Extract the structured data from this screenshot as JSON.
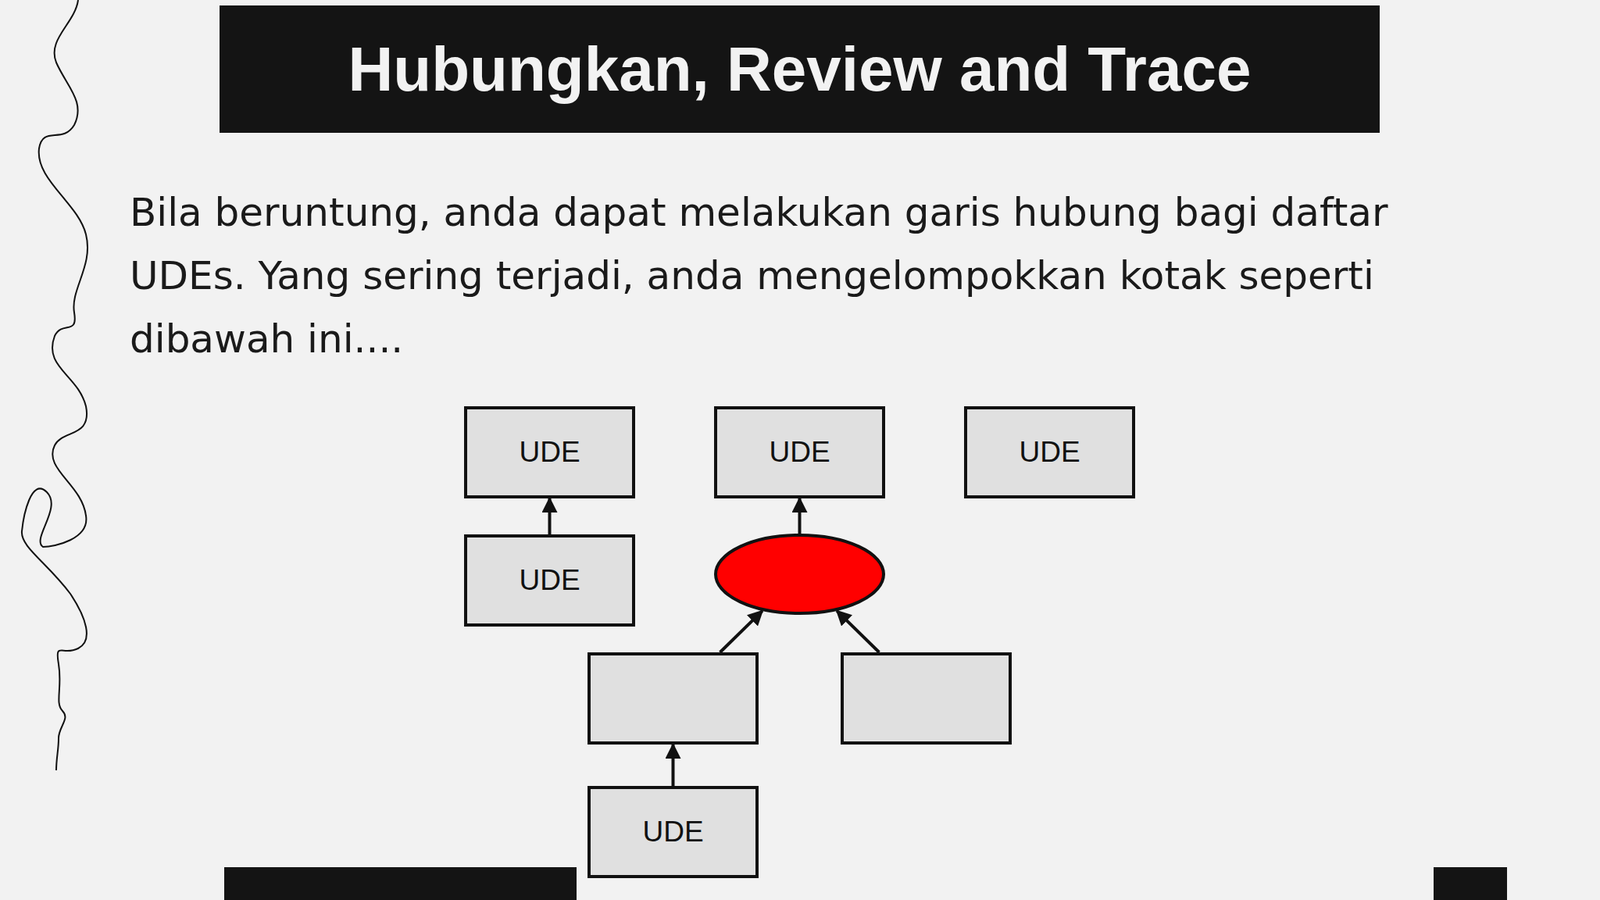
{
  "diagram": {
    "title": "Hubungkan, Review and Trace",
    "nodes": [
      {
        "text": [
          "UDE"
        ]
      },
      {
        "text": [
          "UDE"
        ]
      },
      {
        "text": [
          "UDE"
        ]
      },
      {
        "text": [
          "UDE"
        ]
      },
      {
        "text": []
      },
      {
        "text": []
      },
      {
        "text": []
      },
      {
        "text": [
          "UDE"
        ]
      }
    ],
    "edges": [
      {
        "from": 3,
        "to": 0,
        "arrow": "to"
      },
      {
        "from": 4,
        "to": 1,
        "arrow": "to"
      },
      {
        "from": 5,
        "to": 4,
        "arrow": "to"
      },
      {
        "from": 6,
        "to": 4,
        "arrow": "to"
      },
      {
        "from": 7,
        "to": 5,
        "arrow": "to"
      }
    ],
    "labels": [
      "Bila beruntung, anda dapat melakukan garis hubung bagi daftar UDEs. Yang sering terjadi, anda mengelompokkan kotak seperti dibawah ini...."
    ]
  }
}
